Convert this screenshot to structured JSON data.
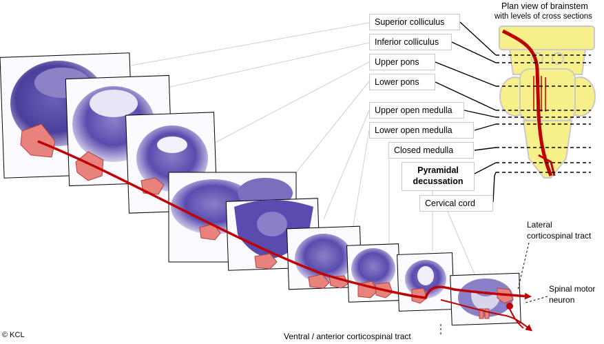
{
  "plan_title_line1": "Plan view of brainstem",
  "plan_title_line2": "with levels of cross sections",
  "levels": [
    {
      "label": "Superior colliculus"
    },
    {
      "label": "Inferior colliculus"
    },
    {
      "label": "Upper pons"
    },
    {
      "label": "Lower pons"
    },
    {
      "label": "Upper open medulla"
    },
    {
      "label": "Lower open medulla"
    },
    {
      "label": "Closed medulla"
    },
    {
      "label": "Pyramidal decussation"
    },
    {
      "label": "Cervical cord"
    }
  ],
  "annotations": {
    "lateral_line1": "Lateral",
    "lateral_line2": "corticospinal tract",
    "spinal_line1": "Spinal motor",
    "spinal_line2": "neuron",
    "ventral": "Ventral / anterior corticospinal tract",
    "copyright": "© KCL"
  },
  "colors": {
    "tract": "#c00000",
    "section_stain": "#4b3d9e",
    "pyramid": "#e8827c",
    "brainstem": "#f7f08a",
    "leader_line": "#c8c8c8"
  }
}
